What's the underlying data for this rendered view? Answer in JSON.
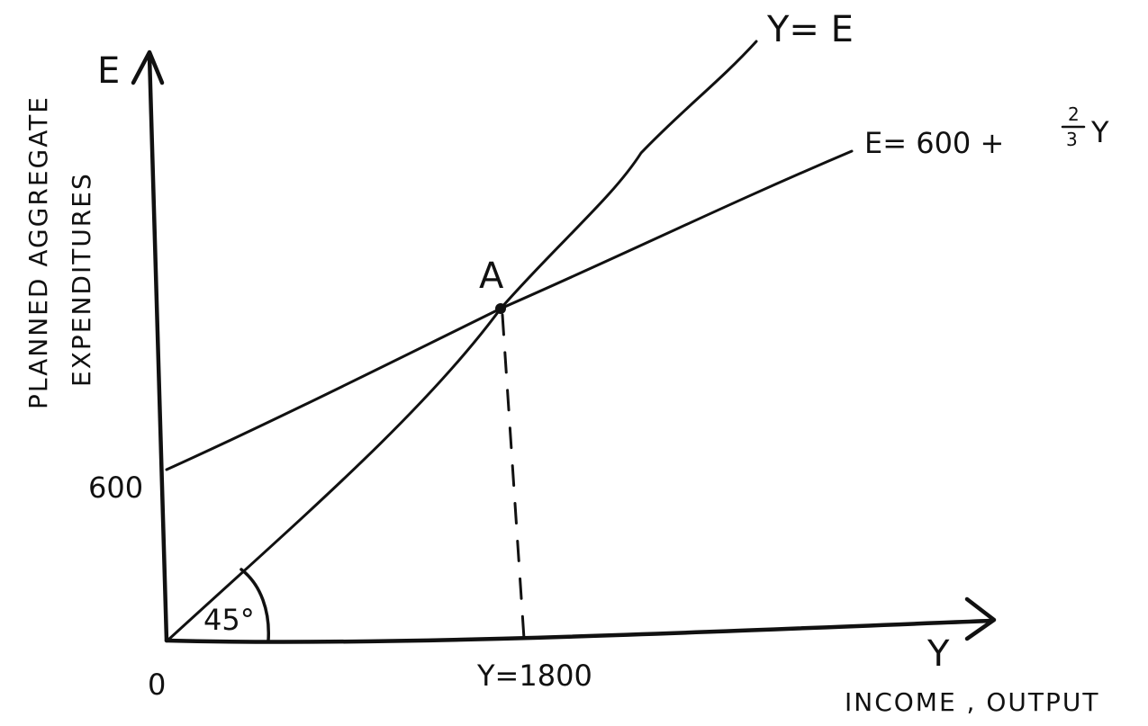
{
  "diagram": {
    "axes": {
      "vertical_symbol": "E",
      "horizontal_symbol": "Y",
      "vertical_title_line1": "PLANNED AGGREGATE",
      "vertical_title_line2": "EXPENDITURES",
      "horizontal_title": "INCOME , OUTPUT",
      "origin": "0"
    },
    "intercept_label": "600",
    "equilibrium_point_label": "A",
    "equilibrium_income_label": "Y=1800",
    "angle_label": "45°",
    "lines": {
      "forty_five_line_label": "Y= E",
      "expenditure_line_prefix": "E= 600 +",
      "expenditure_fraction_numerator": "2",
      "expenditure_fraction_denominator": "3",
      "expenditure_line_suffix": "Y"
    }
  }
}
